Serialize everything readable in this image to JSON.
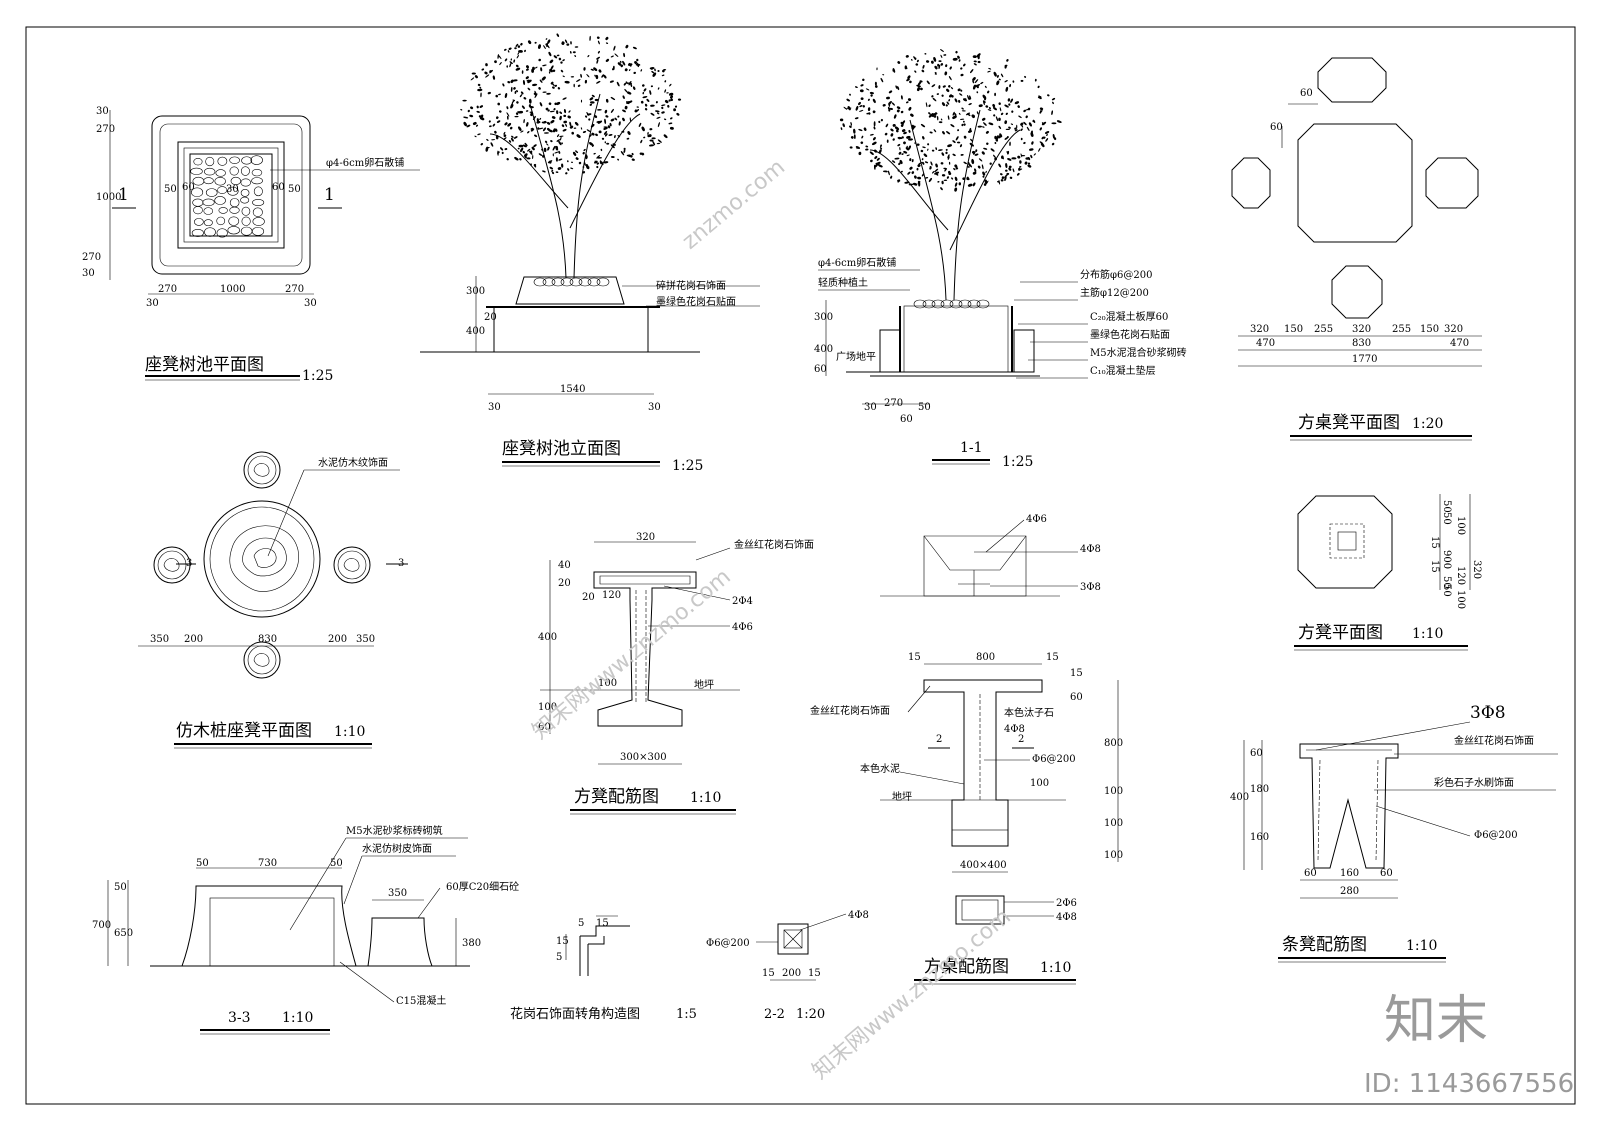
{
  "plan": {
    "title": "座凳树池平面图",
    "scale": "1:25",
    "note_pebble": "φ4-6cm卵石散铺",
    "section_marks": [
      "1",
      "1"
    ],
    "dims_left": [
      "30",
      "270",
      "1000",
      "270",
      "30"
    ],
    "dims_bottom": [
      "30",
      "270",
      "1000",
      "270",
      "30"
    ],
    "dims_inner": [
      "50",
      "60",
      "30",
      "60",
      "50"
    ]
  },
  "elevation": {
    "title": "座凳树池立面图",
    "scale": "1:25",
    "notes": [
      "碎拼花岗石饰面",
      "墨绿色花岗石贴面"
    ],
    "dims_left": [
      "300",
      "20",
      "400"
    ],
    "dims_bottom": [
      "1540",
      "30",
      "30"
    ]
  },
  "section11": {
    "title": "1-1",
    "scale": "1:25",
    "notes_left": [
      "φ4-6cm卵石散铺",
      "轻质种植土",
      "广场地平"
    ],
    "notes_right": [
      "分布筋φ6@200",
      "主筋φ12@200",
      "C₂₀混凝土板厚60",
      "墨绿色花岗石贴面",
      "M5水泥混合砂浆砌砖",
      "C₁₀混凝土垫层"
    ],
    "dims_left": [
      "300",
      "400",
      "60"
    ],
    "dims_bottom": [
      "30",
      "270",
      "50",
      "60"
    ]
  },
  "table_plan": {
    "title": "方桌凳平面图",
    "scale": "1:20",
    "dims_top": [
      "60",
      "60"
    ],
    "dims_row1": [
      "320",
      "150",
      "255",
      "320",
      "255",
      "150",
      "320"
    ],
    "dims_row2": [
      "470",
      "830",
      "470"
    ],
    "dims_row3": [
      "1770"
    ]
  },
  "stool_plan": {
    "title": "方凳平面图",
    "scale": "1:10",
    "dims_right": [
      "50",
      "50",
      "100",
      "15",
      "900",
      "15",
      "120",
      "50",
      "50",
      "100",
      "320"
    ]
  },
  "wood_plan": {
    "title": "仿木桩座凳平面图",
    "scale": "1:10",
    "note": "水泥仿木纹饰面",
    "marks": [
      "3",
      "3"
    ],
    "dims_bottom": [
      "350",
      "200",
      "830",
      "200",
      "350"
    ]
  },
  "stool_rebar": {
    "title": "方凳配筋图",
    "scale": "1:10",
    "notes": [
      "金丝红花岗石饰面",
      "2Φ4",
      "4Φ6",
      "地坪"
    ],
    "dims": [
      "320",
      "40",
      "20",
      "20",
      "120",
      "400",
      "100",
      "100",
      "60",
      "300×300"
    ]
  },
  "table_rebar": {
    "title": "方桌配筋图",
    "scale": "1:10",
    "notes_top": [
      "4Φ6",
      "4Φ8",
      "3Φ8"
    ],
    "notes": [
      "金丝红花岗石饰面",
      "本色汰子石",
      "4Φ8",
      "Φ6@200",
      "本色水泥",
      "地坪",
      "2Φ6",
      "4Φ8"
    ],
    "marks": [
      "2",
      "2"
    ],
    "dims": [
      "15",
      "800",
      "15",
      "15",
      "60",
      "800",
      "100",
      "100",
      "100",
      "100",
      "400×400"
    ]
  },
  "bench_rebar": {
    "title": "条凳配筋图",
    "scale": "1:10",
    "notes": [
      "3Φ8",
      "金丝红花岗石饰面",
      "彩色石子水刷饰面",
      "Φ6@200"
    ],
    "dims_left": [
      "400",
      "60",
      "180",
      "160"
    ],
    "dims_bottom": [
      "60",
      "160",
      "60",
      "280"
    ]
  },
  "section33": {
    "title": "3-3",
    "scale": "1:10",
    "notes": [
      "M5水泥砂浆标砖砌筑",
      "水泥仿树皮饰面",
      "60厚C20细石砼",
      "C15混凝土"
    ],
    "dims": [
      "50",
      "730",
      "50",
      "350",
      "700",
      "50",
      "650",
      "380"
    ]
  },
  "corner": {
    "title": "花岗石饰面转角构造图",
    "scale": "1:5",
    "dims": [
      "5",
      "15",
      "15",
      "5"
    ]
  },
  "section22": {
    "title": "2-2",
    "scale": "1:20",
    "notes": [
      "4Φ8",
      "Φ6@200"
    ],
    "dims": [
      "15",
      "200",
      "15"
    ]
  },
  "watermark": {
    "site": "znzmo.com",
    "brand": "知末网www.znzmo.com",
    "logo": "知末",
    "id": "ID: 1143667556"
  }
}
